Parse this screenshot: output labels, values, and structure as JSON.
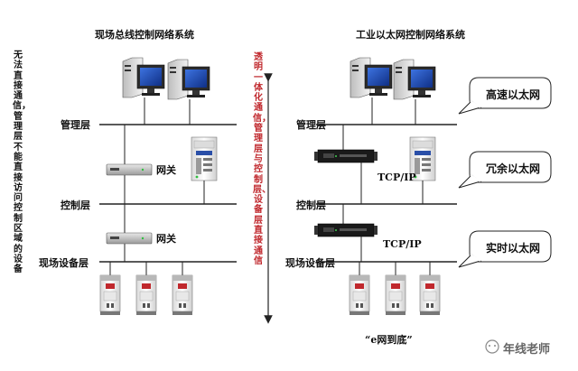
{
  "left_panel": {
    "title": "现场总线控制网络系统",
    "layers": {
      "management": "管理层",
      "control": "控制层",
      "field": "现场设备层"
    },
    "gateway_label_1": "网关",
    "gateway_label_2": "网关",
    "side_note": "无法直接通信，管理层不能直接访问控制区域的设备"
  },
  "center_note": "透明一体化通信，管理层与控制层、设备层直接通信",
  "right_panel": {
    "title": "工业以太网控制网络系统",
    "layers": {
      "management": "管理层",
      "control": "控制层",
      "field": "现场设备层"
    },
    "protocol_label_1": "TCP/IP",
    "protocol_label_2": "TCP/IP",
    "bubbles": [
      "高速以太网",
      "冗余以太网",
      "实时以太网"
    ],
    "caption": "“e网到底”"
  },
  "watermark": "年线老师",
  "colors": {
    "center_note": "#c0282d",
    "line": "#222222",
    "monitor_screen": "#1d4fb8"
  }
}
